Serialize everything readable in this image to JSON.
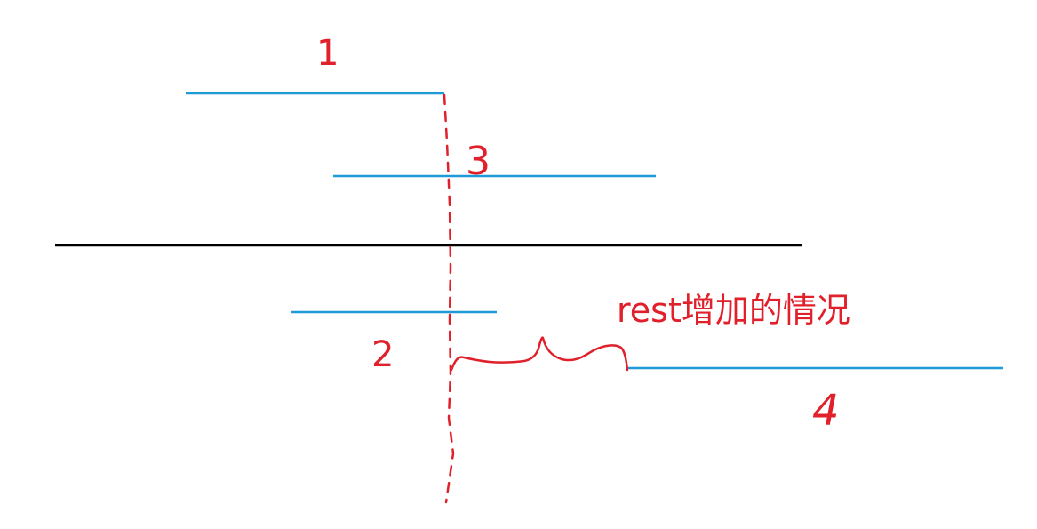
{
  "colors": {
    "interval": "#1e9bd7",
    "sweep": "#e0202a",
    "baseline": "#000000",
    "background": "#ffffff"
  },
  "labels": {
    "segment_1": "1",
    "segment_2": "2",
    "segment_3": "3",
    "segment_4": "4",
    "caption": "rest增加的情况"
  }
}
